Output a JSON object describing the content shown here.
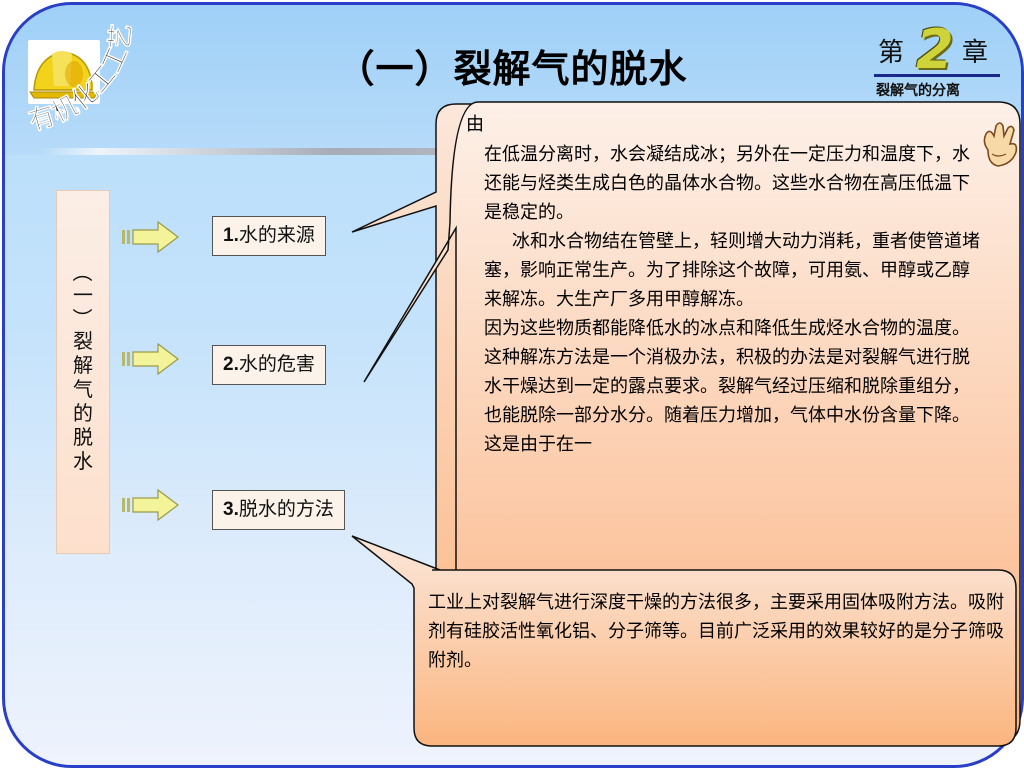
{
  "slide": {
    "title": "（一）裂解气的脱水",
    "logo_arc_text": "有机化工工艺",
    "chapter": {
      "prefix": "第",
      "number": "2",
      "suffix": "章",
      "subtitle": "裂解气的分离"
    },
    "sidebar_title": "（一）裂解气的脱水"
  },
  "topics": [
    {
      "num": "1.",
      "text": "水的来源"
    },
    {
      "num": "2.",
      "text": "水的危害"
    },
    {
      "num": "3.",
      "text": "脱水的方法"
    }
  ],
  "callout_back_fragment": "由",
  "callout_hazard": {
    "paragraphs": [
      "在低温分离时，水会凝结成冰；另外在一定压力和温度下，水还能与烃类生成白色的晶体水合物。这些水合物在高压低温下是稳定的。",
      "冰和水合物结在管壁上，轻则增大动力消耗，重者使管道堵塞，影响正常生产。为了排除这个故障，可用氨、甲醇或乙醇来解冻。大生产厂多用甲醇解冻。",
      "因为这些物质都能降低水的冰点和降低生成烃水合物的温度。这种解冻方法是一个消极办法，积极的办法是对裂解气进行脱水干燥达到一定的露点要求。裂解气经过压缩和脱除重组分，也能脱除一部分水分。随着压力增加，气体中水份含量下降。这是由于在一"
    ]
  },
  "callout_method": {
    "text": "工业上对裂解气进行深度干燥的方法很多，主要采用固体吸附方法。吸附剂有硅胶活性氧化铝、分子筛等。目前广泛采用的效果较好的是分子筛吸附剂。"
  },
  "colors": {
    "frame_border": "#2a3fc8",
    "callout_top": "#fdf0e8",
    "callout_bottom": "#fbb483",
    "arrow_fill": "#f3f39a"
  }
}
